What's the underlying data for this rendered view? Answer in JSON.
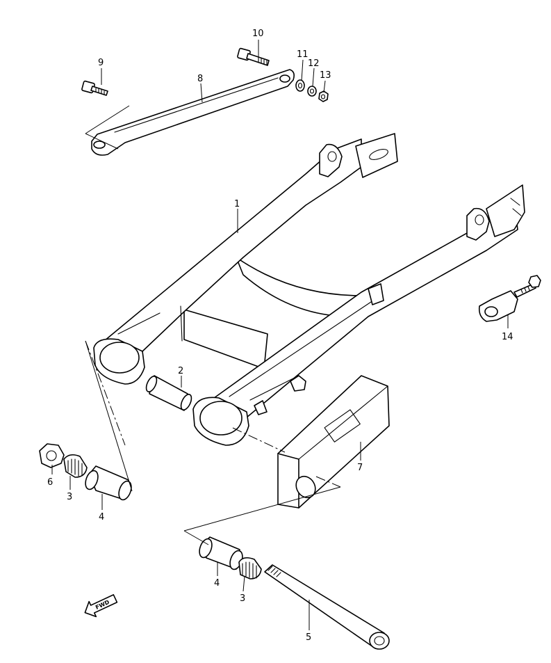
{
  "callouts": [
    {
      "id": "p1",
      "label": "1"
    },
    {
      "id": "p2",
      "label": "2"
    },
    {
      "id": "p3a",
      "label": "3"
    },
    {
      "id": "p3b",
      "label": "3"
    },
    {
      "id": "p4a",
      "label": "4"
    },
    {
      "id": "p4b",
      "label": "4"
    },
    {
      "id": "p5",
      "label": "5"
    },
    {
      "id": "p6",
      "label": "6"
    },
    {
      "id": "p7",
      "label": "7"
    },
    {
      "id": "p8",
      "label": "8"
    },
    {
      "id": "p9",
      "label": "9"
    },
    {
      "id": "p10",
      "label": "10"
    },
    {
      "id": "p11",
      "label": "11"
    },
    {
      "id": "p12",
      "label": "12"
    },
    {
      "id": "p13",
      "label": "13"
    },
    {
      "id": "p14",
      "label": "14"
    }
  ],
  "direction_marker": {
    "text": "FWD",
    "icon": "fwd-arrow-icon"
  }
}
